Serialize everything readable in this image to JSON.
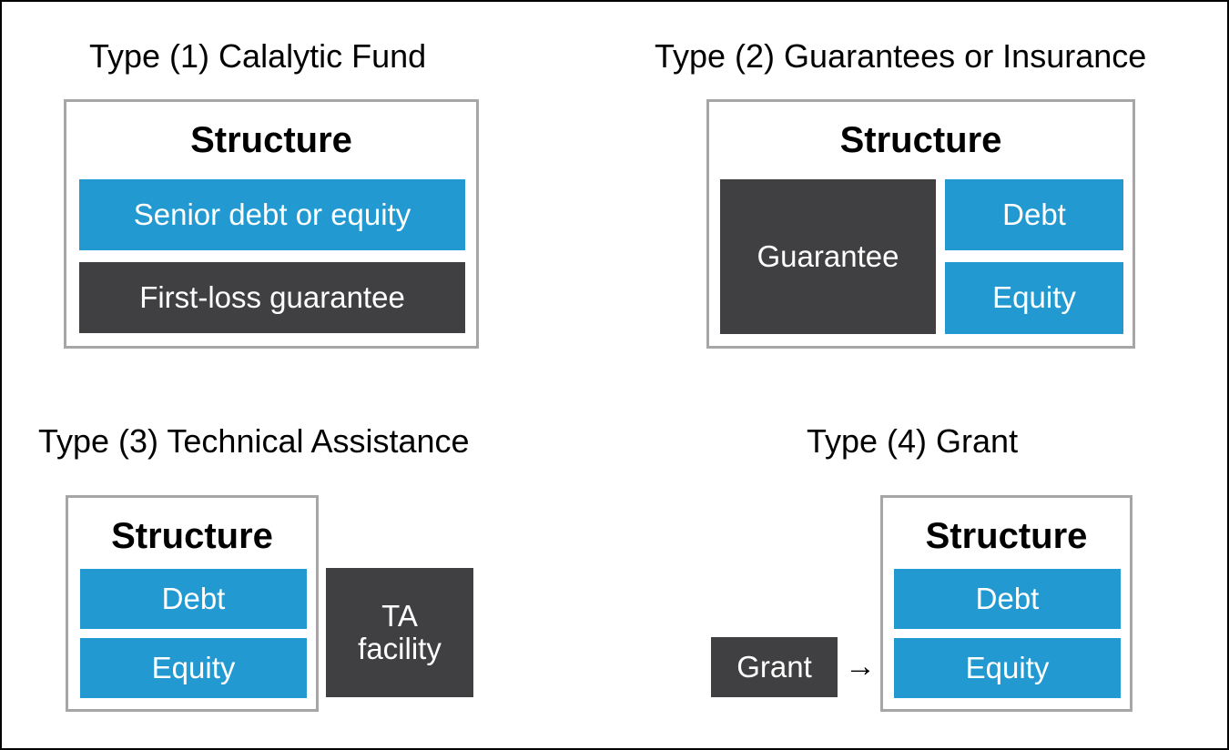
{
  "colors": {
    "blue": "#229ad1",
    "dark": "#404042",
    "border": "#a6a6a6"
  },
  "type1": {
    "title": "Type (1) Calalytic Fund",
    "structure": "Structure",
    "senior": "Senior debt or equity",
    "first_loss": "First-loss guarantee"
  },
  "type2": {
    "title": "Type (2) Guarantees or Insurance",
    "structure": "Structure",
    "guarantee": "Guarantee",
    "debt": "Debt",
    "equity": "Equity"
  },
  "type3": {
    "title": "Type (3) Technical Assistance",
    "structure": "Structure",
    "debt": "Debt",
    "equity": "Equity",
    "ta_line1": "TA",
    "ta_line2": "facility"
  },
  "type4": {
    "title": "Type (4) Grant",
    "structure": "Structure",
    "debt": "Debt",
    "equity": "Equity",
    "grant": "Grant",
    "arrow": "→"
  }
}
